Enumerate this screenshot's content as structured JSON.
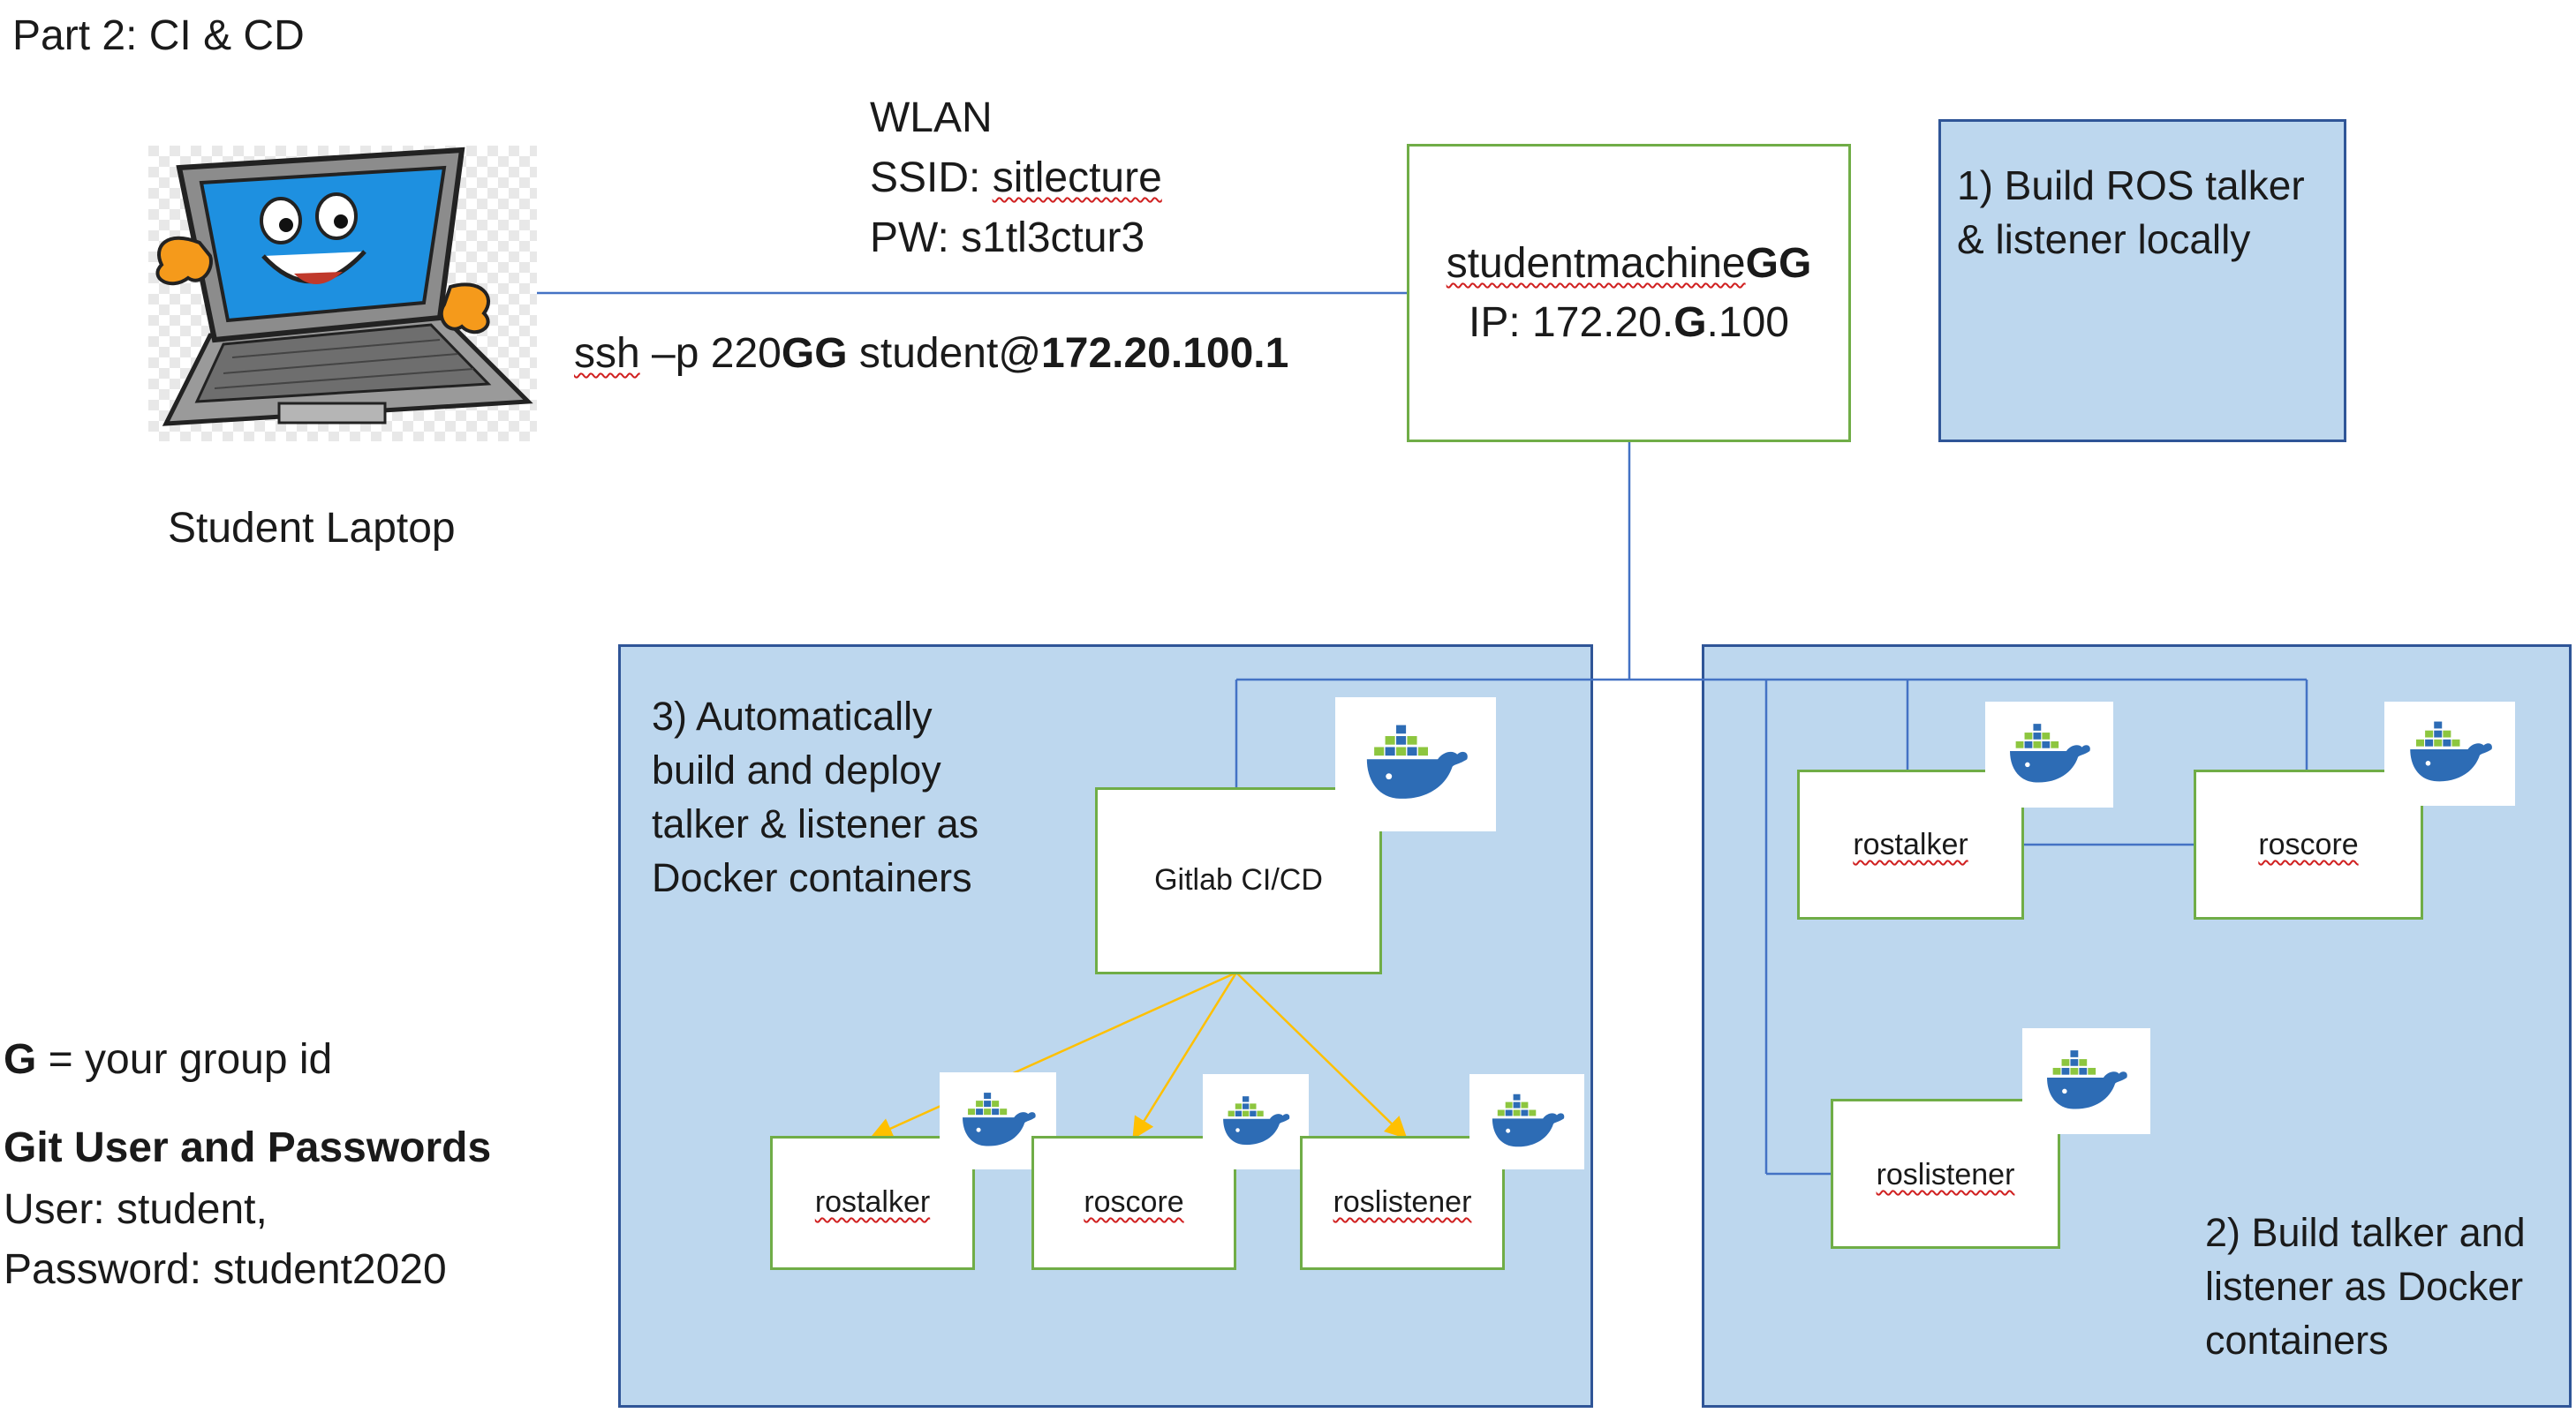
{
  "page_title": "Part 2: CI & CD",
  "laptop": {
    "label": "Student Laptop"
  },
  "wlan": {
    "line1": "WLAN",
    "ssid_prefix": "SSID: ",
    "ssid_value": "sitlecture",
    "pw": "PW: s1tl3ctur3"
  },
  "ssh": {
    "cmd": "ssh",
    "mid": " –p 220",
    "port_bold": "GG",
    "user": " student@",
    "host_bold": "172.20.100.1"
  },
  "studentmachine": {
    "name": "studentmachine",
    "name_bold": "GG",
    "ip_prefix": "IP: 172.20.",
    "ip_bold": "G",
    "ip_suffix": ".100"
  },
  "step1": {
    "line1": "1) Build ROS talker",
    "line2": "& listener locally"
  },
  "step2": {
    "line1": "2) Build talker and",
    "line2": "listener as Docker",
    "line3": "containers"
  },
  "step3": {
    "line1": "3) Automatically",
    "line2": "build and deploy",
    "line3": "talker & listener as",
    "line4": "Docker containers"
  },
  "ci": {
    "gitlab": "Gitlab CI/CD",
    "containers": [
      "rostalker",
      "roscore",
      "roslistener"
    ]
  },
  "local": {
    "rostalker": "rostalker",
    "roscore": "roscore",
    "roslistener": "roslistener"
  },
  "info": {
    "group_bold": "G",
    "group_rest": " = your group id",
    "git_heading": "Git User and Passwords",
    "user": "User: student,",
    "password": "Password: student2020"
  },
  "colors": {
    "blue_fill": "#bdd7ee",
    "blue_border": "#2f5597",
    "green_border": "#70ad47",
    "connector": "#4472c4",
    "deploy_arrow": "#ffc000",
    "docker_blue": "#2d6cb5",
    "docker_green": "#8dc63f"
  }
}
